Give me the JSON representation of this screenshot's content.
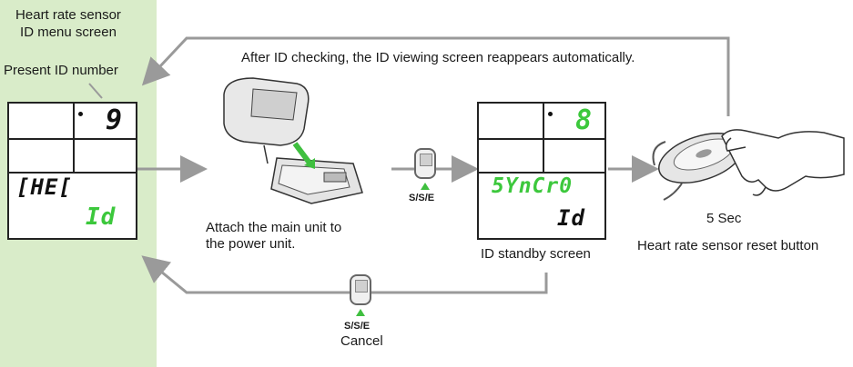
{
  "panel": {
    "title_line1": "Heart rate sensor",
    "title_line2": "ID menu screen",
    "present_id_label": "Present ID number"
  },
  "menu_lcd": {
    "digit": "9",
    "line1": "[HE[",
    "line2": "Id"
  },
  "top_note": "After ID checking, the ID viewing screen reappears automatically.",
  "attach_caption_line1": "Attach the main unit to",
  "attach_caption_line2": "the power unit.",
  "button_label": "S/S/E",
  "standby_lcd": {
    "digit": "8",
    "line1": "5YnCr0",
    "line2": "Id"
  },
  "standby_caption": "ID standby screen",
  "sensor": {
    "duration": "5 Sec",
    "caption": "Heart rate sensor reset button"
  },
  "cancel": {
    "button_label": "S/S/E",
    "label": "Cancel"
  },
  "colors": {
    "panel_bg": "#d9ecc9",
    "lcd_digits": "#3cc83c",
    "arrow": "#9a9a9a"
  }
}
